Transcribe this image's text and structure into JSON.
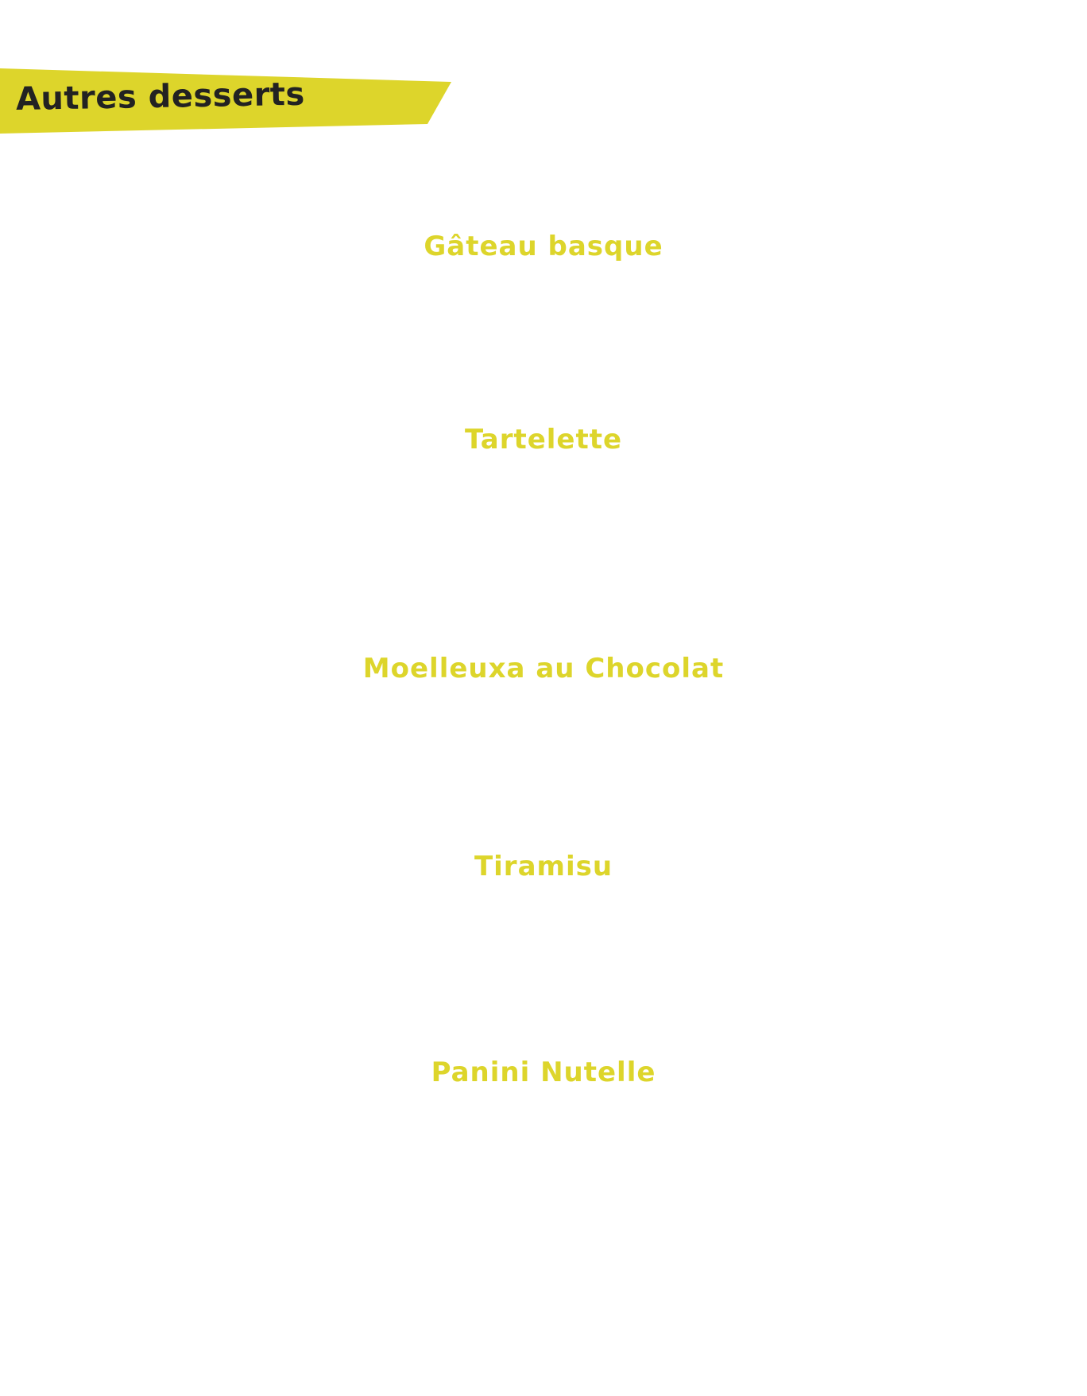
{
  "colors": {
    "accent": "#DDD52B",
    "heading_text": "#222222",
    "background": "#FFFFFF"
  },
  "section": {
    "title": "Autres desserts"
  },
  "items": [
    {
      "name": "Gâteau basque"
    },
    {
      "name": "Tartelette"
    },
    {
      "name": "Moelleuxa au Chocolat"
    },
    {
      "name": "Tiramisu"
    },
    {
      "name": "Panini Nutelle"
    }
  ]
}
